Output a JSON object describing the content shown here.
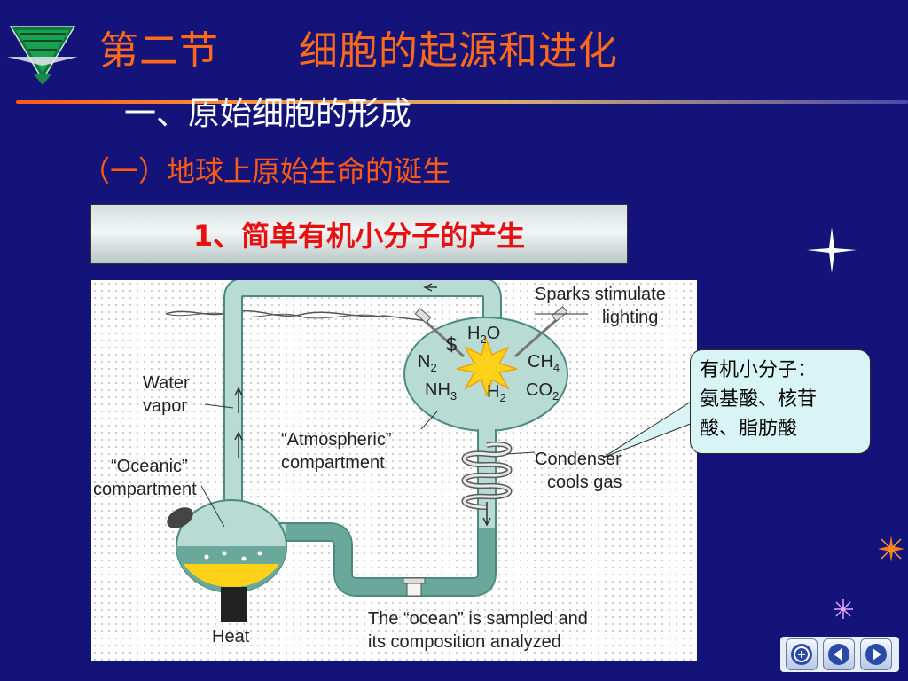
{
  "slide": {
    "title": "第二节      细胞的起源和进化",
    "subtitle": "一、原始细胞的形成",
    "subsubtitle": "（一）地球上原始生命的诞生",
    "box_title": "1、简单有机小分子的产生",
    "callout": {
      "line1": "有机小分子：",
      "line2": "氨基酸、核苷",
      "line3": "酸、脂肪酸"
    }
  },
  "diagram": {
    "labels": {
      "sparks": "Sparks stimulate",
      "lighting": "lighting",
      "water": "Water",
      "vapor": "vapor",
      "atmospheric_1": "“Atmospheric”",
      "atmospheric_2": "compartment",
      "oceanic_1": "“Oceanic”",
      "oceanic_2": "compartment",
      "condenser_1": "Condenser",
      "condenser_2": "cools gas",
      "heat": "Heat",
      "sampled_1": "The “ocean” is sampled and",
      "sampled_2": "its composition analyzed",
      "dollar": "$",
      "h2o": "H",
      "h2o_sub": "2",
      "h2o_o": "O",
      "n2": "N",
      "n2_sub": "2",
      "ch4": "CH",
      "ch4_sub": "4",
      "nh3": "NH",
      "nh3_sub": "3",
      "h2": "H",
      "h2_sub": "2",
      "co2": "CO",
      "co2_sub": "2"
    }
  },
  "nav": {
    "home": "home-icon",
    "prev": "prev-icon",
    "next": "next-icon"
  },
  "colors": {
    "background": "#13137a",
    "title": "#ff6a1a",
    "subtitle": "#ffffff",
    "subsubtitle": "#ff5a14",
    "box_title_text": "#e81010",
    "tube": "#b8dcd4",
    "tube_edge": "#4a8a80",
    "callout_bg": "#d8f4f4"
  }
}
